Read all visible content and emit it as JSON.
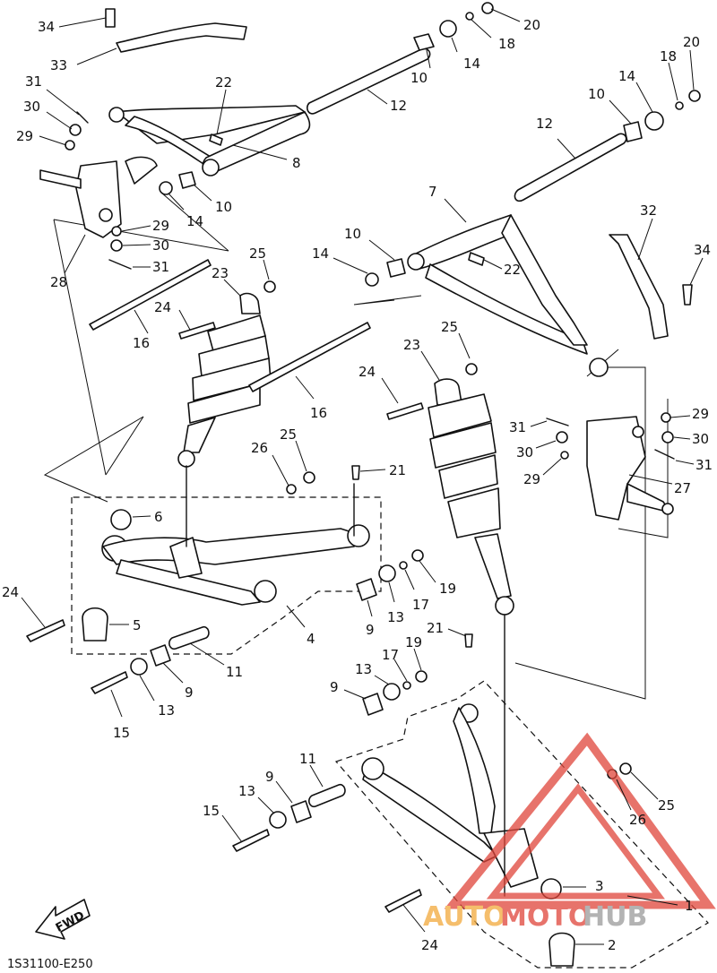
{
  "diagram_code": "1S31100-E250",
  "fwd_label": "FWD",
  "watermark": {
    "auto": "AUTO",
    "moto": "MOTO",
    "hub": "HUB",
    "orange": "#f2a93b",
    "red": "#e0453a",
    "gray": "#9a9a9a"
  },
  "callouts": [
    {
      "n": "34"
    },
    {
      "n": "33"
    },
    {
      "n": "31"
    },
    {
      "n": "30"
    },
    {
      "n": "29"
    },
    {
      "n": "22"
    },
    {
      "n": "8"
    },
    {
      "n": "12"
    },
    {
      "n": "10"
    },
    {
      "n": "14"
    },
    {
      "n": "18"
    },
    {
      "n": "20"
    },
    {
      "n": "28"
    },
    {
      "n": "29"
    },
    {
      "n": "30"
    },
    {
      "n": "31"
    },
    {
      "n": "14"
    },
    {
      "n": "10"
    },
    {
      "n": "16"
    },
    {
      "n": "23"
    },
    {
      "n": "24"
    },
    {
      "n": "25"
    },
    {
      "n": "12"
    },
    {
      "n": "10"
    },
    {
      "n": "14"
    },
    {
      "n": "18"
    },
    {
      "n": "20"
    },
    {
      "n": "7"
    },
    {
      "n": "32"
    },
    {
      "n": "34"
    },
    {
      "n": "22"
    },
    {
      "n": "10"
    },
    {
      "n": "14"
    },
    {
      "n": "16"
    },
    {
      "n": "23"
    },
    {
      "n": "24"
    },
    {
      "n": "25"
    },
    {
      "n": "29"
    },
    {
      "n": "30"
    },
    {
      "n": "31"
    },
    {
      "n": "31"
    },
    {
      "n": "30"
    },
    {
      "n": "29"
    },
    {
      "n": "27"
    },
    {
      "n": "26"
    },
    {
      "n": "25"
    },
    {
      "n": "21"
    },
    {
      "n": "6"
    },
    {
      "n": "24"
    },
    {
      "n": "5"
    },
    {
      "n": "4"
    },
    {
      "n": "9"
    },
    {
      "n": "13"
    },
    {
      "n": "17"
    },
    {
      "n": "19"
    },
    {
      "n": "11"
    },
    {
      "n": "9"
    },
    {
      "n": "13"
    },
    {
      "n": "15"
    },
    {
      "n": "21"
    },
    {
      "n": "17"
    },
    {
      "n": "19"
    },
    {
      "n": "13"
    },
    {
      "n": "9"
    },
    {
      "n": "11"
    },
    {
      "n": "9"
    },
    {
      "n": "13"
    },
    {
      "n": "15"
    },
    {
      "n": "25"
    },
    {
      "n": "26"
    },
    {
      "n": "3"
    },
    {
      "n": "1"
    },
    {
      "n": "24"
    },
    {
      "n": "2"
    }
  ]
}
